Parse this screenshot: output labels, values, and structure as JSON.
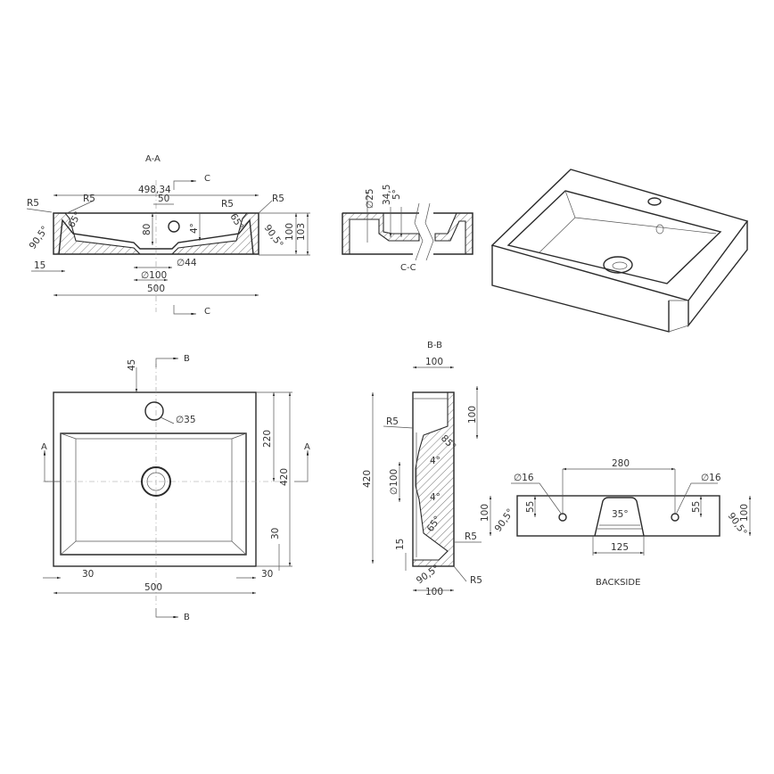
{
  "drawing": {
    "type": "technical-drawing",
    "subject": "rectangular countertop washbasin",
    "views": {
      "section_aa": {
        "title": "A-A",
        "section_marker": "C",
        "dims": {
          "top_width": "498,34",
          "overall_width": "500",
          "tap_hole_offset": "50",
          "bowl_depth": "80",
          "slope": "4°",
          "height": "100",
          "height_total": "103",
          "wall": "15",
          "drain_outer": "∅100",
          "drain_inner": "∅44",
          "radius_outer_left": "R5",
          "radius_inner_left": "R5",
          "radius_inner_right": "R5",
          "radius_outer_right": "R5",
          "angle_inner_left": "65°",
          "angle_inner_right": "65°",
          "angle_outer_left": "90,5°",
          "angle_outer_right": "90,5°"
        }
      },
      "section_cc": {
        "title": "C-C",
        "dims": {
          "tap_hole": "∅25",
          "depth": "34,5",
          "angle": "5°"
        }
      },
      "isometric": {
        "title": "isometric view"
      },
      "top_view": {
        "section_marker_ab": "A",
        "section_marker_bb": "B",
        "dims": {
          "tap_hole_offset": "45",
          "tap_hole": "∅35",
          "drain_offset": "220",
          "depth": "420",
          "rim_bottom": "30",
          "rim_left": "30",
          "rim_right": "30",
          "width": "500"
        }
      },
      "section_bb": {
        "title": "B-B",
        "dims": {
          "top_width": "100",
          "bottom_width": "100",
          "back_height": "100",
          "depth": "420",
          "drain": "∅100",
          "slope_upper": "4°",
          "slope_lower": "4°",
          "angle_back": "85°",
          "angle_front": "65°",
          "angle_base": "90,5°",
          "wall": "15",
          "radius_back": "R5",
          "radius_front_upper": "R5",
          "radius_front_lower": "R5"
        }
      },
      "backside": {
        "title": "BACKSIDE",
        "dims": {
          "hole_spacing": "280",
          "hole_left": "∅16",
          "hole_right": "∅16",
          "hole_height_left": "55",
          "hole_height_right": "55",
          "height_left": "100",
          "height_right": "100",
          "angle_left": "90,5°",
          "angle_right": "90,5°",
          "cutout_angle": "35°",
          "cutout_width": "125"
        }
      }
    }
  }
}
